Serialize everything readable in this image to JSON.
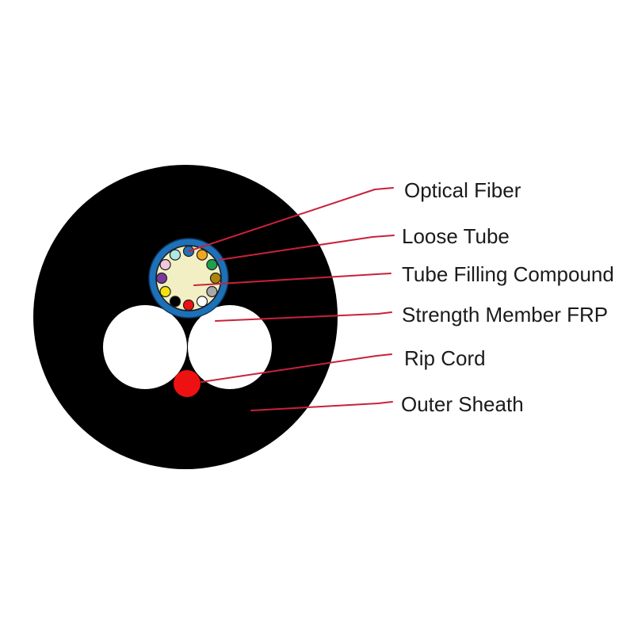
{
  "diagram": {
    "type": "fiber-optic-cable-cross-section",
    "labels": [
      {
        "text": "Optical Fiber"
      },
      {
        "text": "Loose Tube"
      },
      {
        "text": "Tube Filling Compound"
      },
      {
        "text": "Strength Member FRP"
      },
      {
        "text": "Rip Cord"
      },
      {
        "text": "Outer Sheath"
      }
    ],
    "colors": {
      "background": "#FFFFFF",
      "outer_sheath": "#000000",
      "loose_tube": "#1D71B8",
      "loose_tube_outline": "#0D3B66",
      "tube_filling": "#F2EFC4",
      "tube_filling_outline": "#1A1A1A",
      "strength_member": "#FFFFFF",
      "rip_cord": "#EE1111",
      "leader_line": "#C8223A",
      "label_text": "#1B1B1B",
      "fiber_outline": "#1F1F1F"
    },
    "fibers": [
      {
        "name": "blue",
        "color": "#2272B9"
      },
      {
        "name": "orange",
        "color": "#F2A61D"
      },
      {
        "name": "green",
        "color": "#1CA04C"
      },
      {
        "name": "brown",
        "color": "#AD8508"
      },
      {
        "name": "slate",
        "color": "#A9A9A9"
      },
      {
        "name": "white",
        "color": "#FFFFFF"
      },
      {
        "name": "red",
        "color": "#EE1111"
      },
      {
        "name": "black",
        "color": "#000000"
      },
      {
        "name": "yellow",
        "color": "#F4E20F"
      },
      {
        "name": "violet",
        "color": "#7B3A9D"
      },
      {
        "name": "rose",
        "color": "#F1C7DE"
      },
      {
        "name": "aqua",
        "color": "#AEE8E3"
      }
    ]
  }
}
